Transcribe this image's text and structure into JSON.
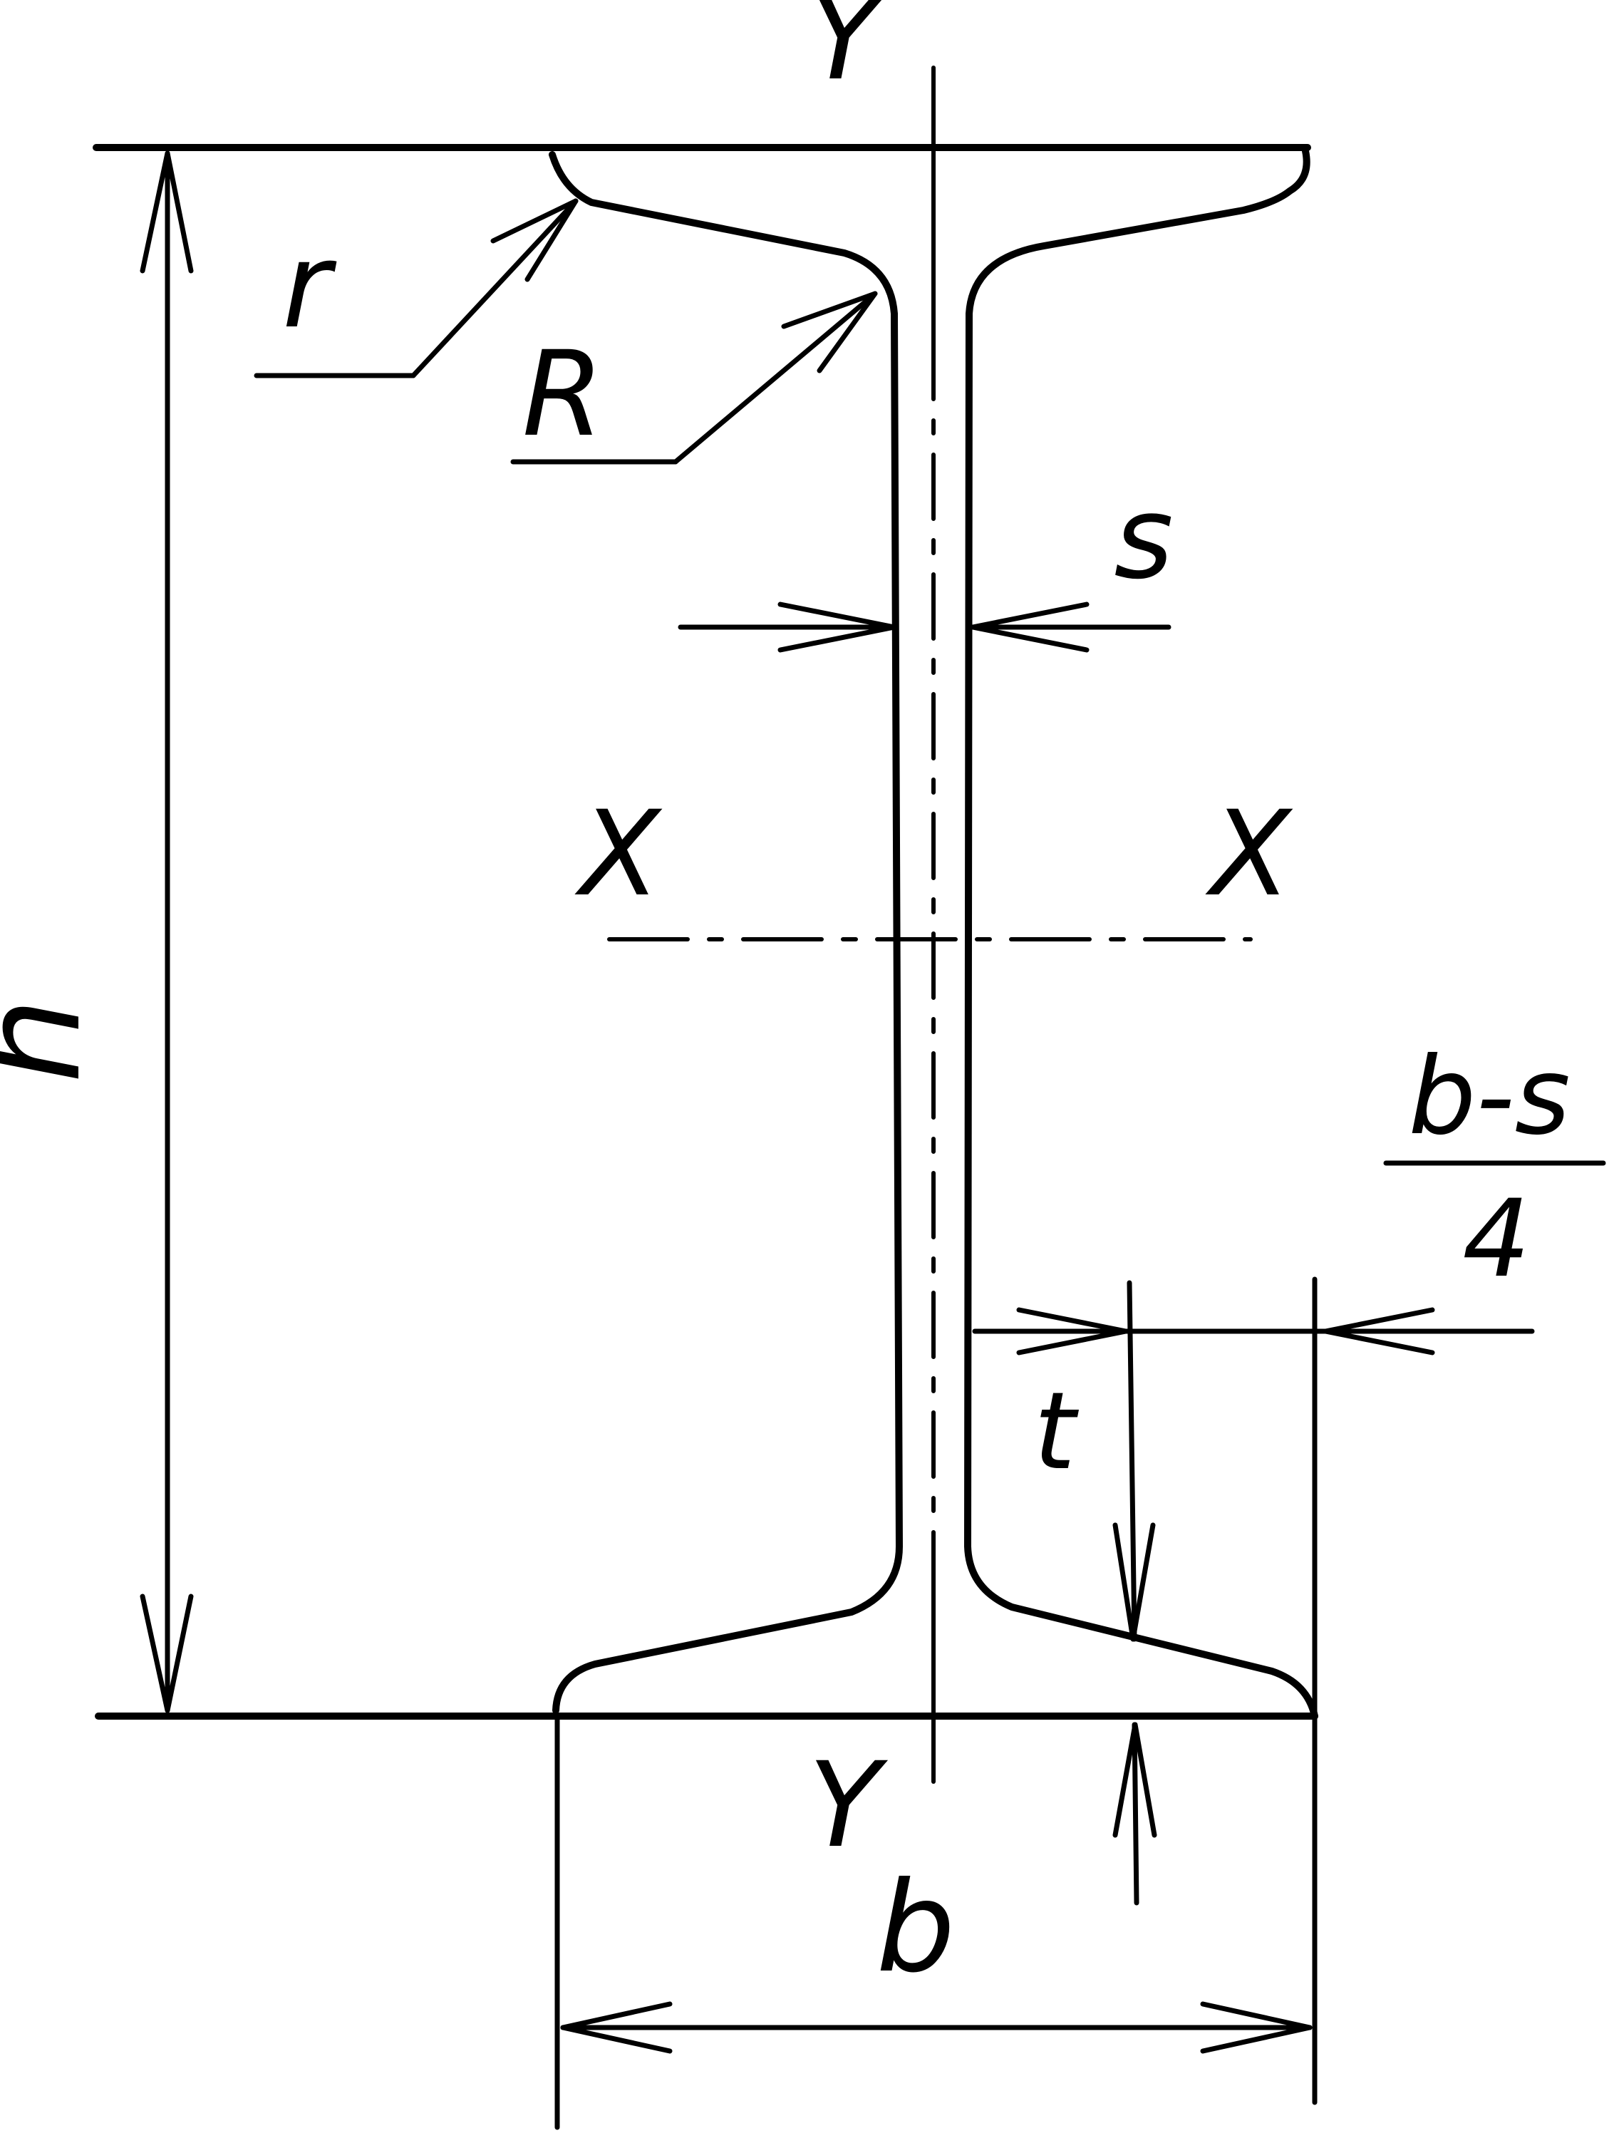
{
  "labels": {
    "axis_y_top": "Y",
    "axis_y_bottom": "Y",
    "axis_x_left": "X",
    "axis_x_right": "X",
    "height": "h",
    "root_radius": "R",
    "toe_radius": "r",
    "web_thickness": "s",
    "flange_thickness": "t",
    "flange_width": "b",
    "slope_numerator": "b-s",
    "slope_denominator": "4"
  }
}
